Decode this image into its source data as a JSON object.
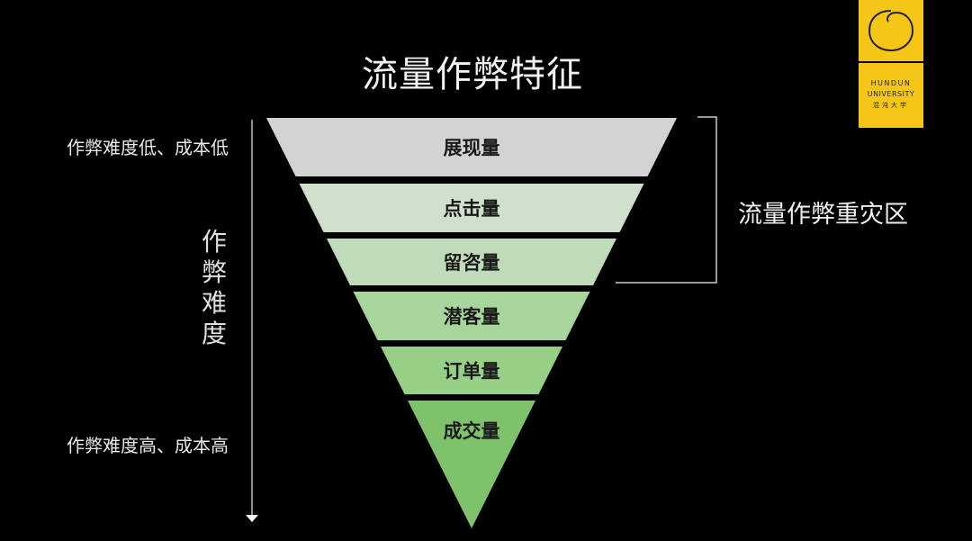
{
  "title": "流量作弊特征",
  "top_note": "作弊难度低、成本低",
  "bottom_note": "作弊难度高、成本高",
  "axis_label": [
    "作",
    "弊",
    "难",
    "度"
  ],
  "zone_label": "流量作弊重灾区",
  "logo": {
    "line1": "HUNDUN",
    "line2": "UNIVERSITY",
    "line3": "混沌大学"
  },
  "funnel_layers": [
    {
      "label": "展现量",
      "color": "#d3d3d3"
    },
    {
      "label": "点击量",
      "color": "#cfe0cb"
    },
    {
      "label": "留咨量",
      "color": "#c0dbb9"
    },
    {
      "label": "潜客量",
      "color": "#a8d59b"
    },
    {
      "label": "订单量",
      "color": "#96cf86"
    },
    {
      "label": "成交量",
      "color": "#7ec36b"
    }
  ]
}
